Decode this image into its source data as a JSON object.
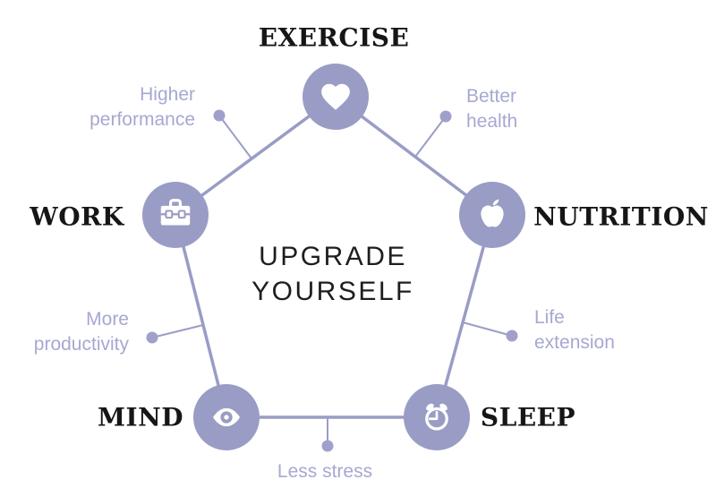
{
  "diagram": {
    "center_title": [
      "UPGRADE",
      "YOURSELF"
    ]
  },
  "nodes": [
    {
      "id": "exercise",
      "label": "EXERCISE",
      "icon": "heart-icon"
    },
    {
      "id": "work",
      "label": "WORK",
      "icon": "briefcase-icon"
    },
    {
      "id": "nutrition",
      "label": "NUTRITION",
      "icon": "apple-icon"
    },
    {
      "id": "mind",
      "label": "MIND",
      "icon": "eye-icon"
    },
    {
      "id": "sleep",
      "label": "SLEEP",
      "icon": "alarm-clock-icon"
    }
  ],
  "benefits": [
    {
      "id": "higher-performance",
      "lines": [
        "Higher",
        "performance"
      ]
    },
    {
      "id": "better-health",
      "lines": [
        "Better",
        "health"
      ]
    },
    {
      "id": "more-productivity",
      "lines": [
        "More",
        "productivity"
      ]
    },
    {
      "id": "life-extension",
      "lines": [
        "Life",
        "extension"
      ]
    },
    {
      "id": "less-stress",
      "lines": [
        "Less stress"
      ]
    }
  ],
  "colors": {
    "node_fill": "#999cc4",
    "line": "#999cc4",
    "benefit_text": "#a6a8d2",
    "title_text": "#161616",
    "icon": "#ffffff"
  }
}
